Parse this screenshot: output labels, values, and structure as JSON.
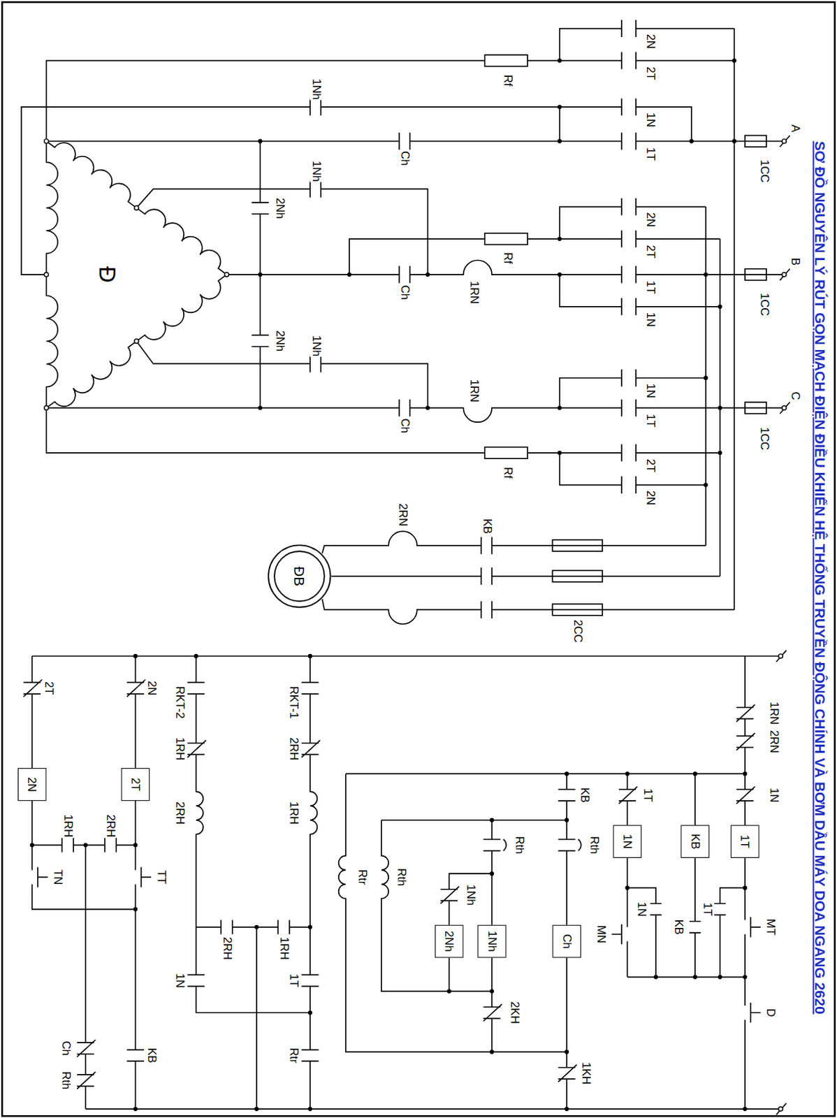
{
  "diagram": {
    "title": "SƠ ĐỒ NGUYÊN LÝ RÚT GỌN MẠCH ĐIỆN ĐIỀU KHIỂN HỆ THỐNG TRUYỀN ĐỘNG CHÍNH VÀ BƠM DẦU MÁY DOA NGANG 2620",
    "nodes": [
      {
        "text": [
          "1T"
        ]
      },
      {
        "text": [
          "KB"
        ]
      },
      {
        "text": [
          "1N"
        ]
      },
      {
        "text": [
          "Ch"
        ]
      },
      {
        "text": [
          "1Nh"
        ]
      },
      {
        "text": [
          "2Nh"
        ]
      },
      {
        "text": [
          "2T"
        ]
      },
      {
        "text": [
          "2N"
        ]
      },
      {
        "text": [
          "ĐB"
        ]
      }
    ],
    "labels": [
      "A",
      "1CC",
      "B",
      "1CC",
      "C",
      "1CC",
      "2N",
      "2T",
      "1N",
      "1T",
      "2N",
      "2T",
      "1T",
      "1N",
      "1N",
      "1T",
      "2T",
      "2N",
      "Rf",
      "Rf",
      "Rf",
      "1Nh",
      "1Nh",
      "1Nh",
      "Ch",
      "Ch",
      "Ch",
      "1RN",
      "1RN",
      "2Nh",
      "2Nh",
      "Đ",
      "2RN",
      "KB",
      "2CC",
      "1RN",
      "2RN",
      "1N",
      "MT",
      "D",
      "1T",
      "KB",
      "1T",
      "1N",
      "MN",
      "KB",
      "Rth",
      "1KH",
      "Rth",
      "1Nh",
      "2KH",
      "Rth",
      "Rtr",
      "RKT-1",
      "2RH",
      "1RH",
      "1T",
      "Rtr",
      "RKT-2",
      "1RH",
      "2RH",
      "1N",
      "2RH",
      "1RH",
      "2N",
      "TT",
      "KB",
      "2T",
      "TN",
      "1RH",
      "2RH",
      "Ch",
      "Rth"
    ]
  }
}
